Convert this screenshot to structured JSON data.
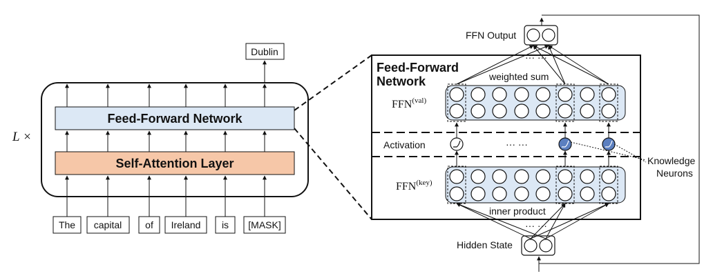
{
  "left": {
    "repeat_label": "L ×",
    "output_token": "Dublin",
    "ffn_block_label": "Feed-Forward Network",
    "attention_block_label": "Self-Attention Layer",
    "input_tokens": [
      "The",
      "capital",
      "of",
      "Ireland",
      "is",
      "[MASK]"
    ]
  },
  "right": {
    "title_line1": "Feed-Forward",
    "title_line2": "Network",
    "ffn_output_label": "FFN Output",
    "hidden_state_label": "Hidden State",
    "weighted_sum_label": "weighted sum",
    "inner_product_label": "inner product",
    "activation_label": "Activation",
    "ffn_val_base": "FFN",
    "ffn_val_sup": "(val)",
    "ffn_key_base": "FFN",
    "ffn_key_sup": "(key)",
    "ellipsis": "··· ···",
    "knowledge_line1": "Knowledge",
    "knowledge_line2": "Neurons"
  },
  "colors": {
    "ffn_fill": "#dce8f5",
    "attention_fill": "#f6c7a8",
    "neuron_row_fill": "#dce8f5",
    "knowledge_neuron_fill": "#5b7fc0"
  }
}
